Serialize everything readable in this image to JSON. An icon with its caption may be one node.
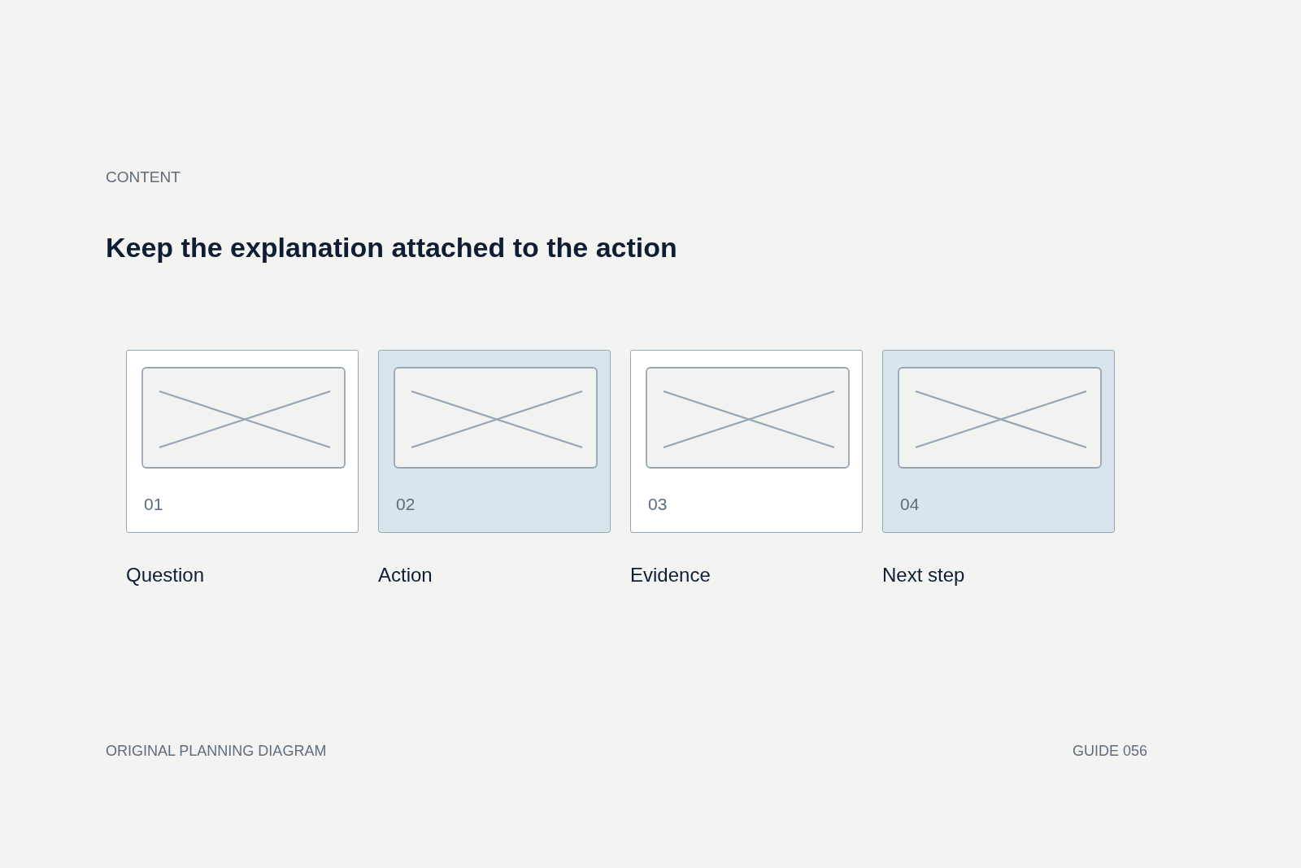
{
  "diagram": {
    "title": "Keep the explanation attached to the action",
    "nodes": [
      {
        "text": [
          "01"
        ],
        "beside": [
          "Question"
        ]
      },
      {
        "text": [
          "02"
        ],
        "beside": [
          "Action"
        ]
      },
      {
        "text": [
          "03"
        ],
        "beside": [
          "Evidence"
        ]
      },
      {
        "text": [
          "04"
        ],
        "beside": [
          "Next step"
        ]
      }
    ],
    "labels": [
      "CONTENT",
      "ORIGINAL PLANNING DIAGRAM",
      "GUIDE 056"
    ]
  }
}
